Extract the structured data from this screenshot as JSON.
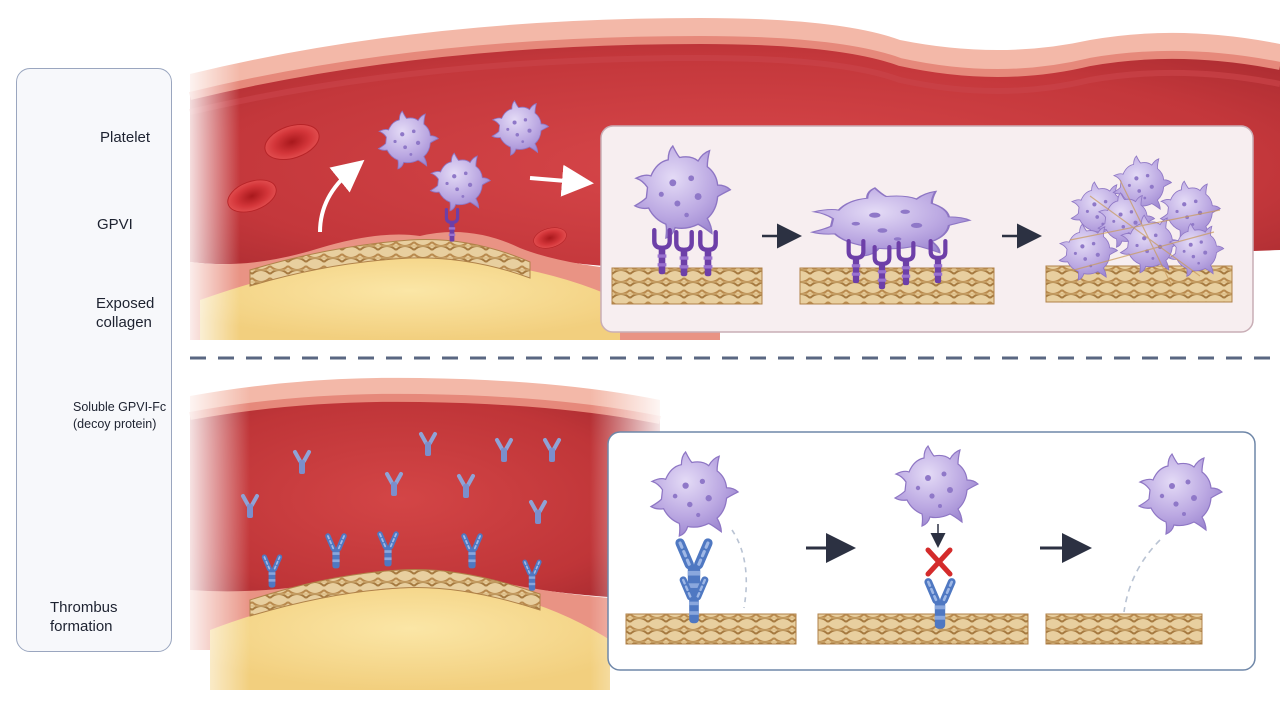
{
  "legend": {
    "platelet": "Platelet",
    "gpvi": "GPVI",
    "collagen_line1": "Exposed",
    "collagen_line2": "collagen",
    "decoy_line1": "Soluble GPVI-Fc",
    "decoy_line2": "(decoy protein)",
    "thrombus_line1": "Thrombus",
    "thrombus_line2": "formation"
  },
  "icons": {
    "platelet": "platelet-icon",
    "gpvi": "gpvi-receptor-icon",
    "collagen": "collagen-fiber-icon",
    "decoy": "gpvi-fc-antibody-icon",
    "thrombus": "thrombus-icon",
    "arrow": "arrow-right-icon",
    "block": "red-x-block-icon"
  },
  "colors": {
    "vessel_red": "#c8343a",
    "vessel_wall": "#e8857a",
    "platelet_purple": "#b7a3df",
    "gpvi_purple": "#7b4fb0",
    "decoy_blue": "#5b86c8",
    "collagen_tan": "#c9a06a",
    "block_red": "#d42b2b",
    "panel_border_top": "#c9aeb6",
    "panel_border_bottom": "#6f87a8"
  }
}
